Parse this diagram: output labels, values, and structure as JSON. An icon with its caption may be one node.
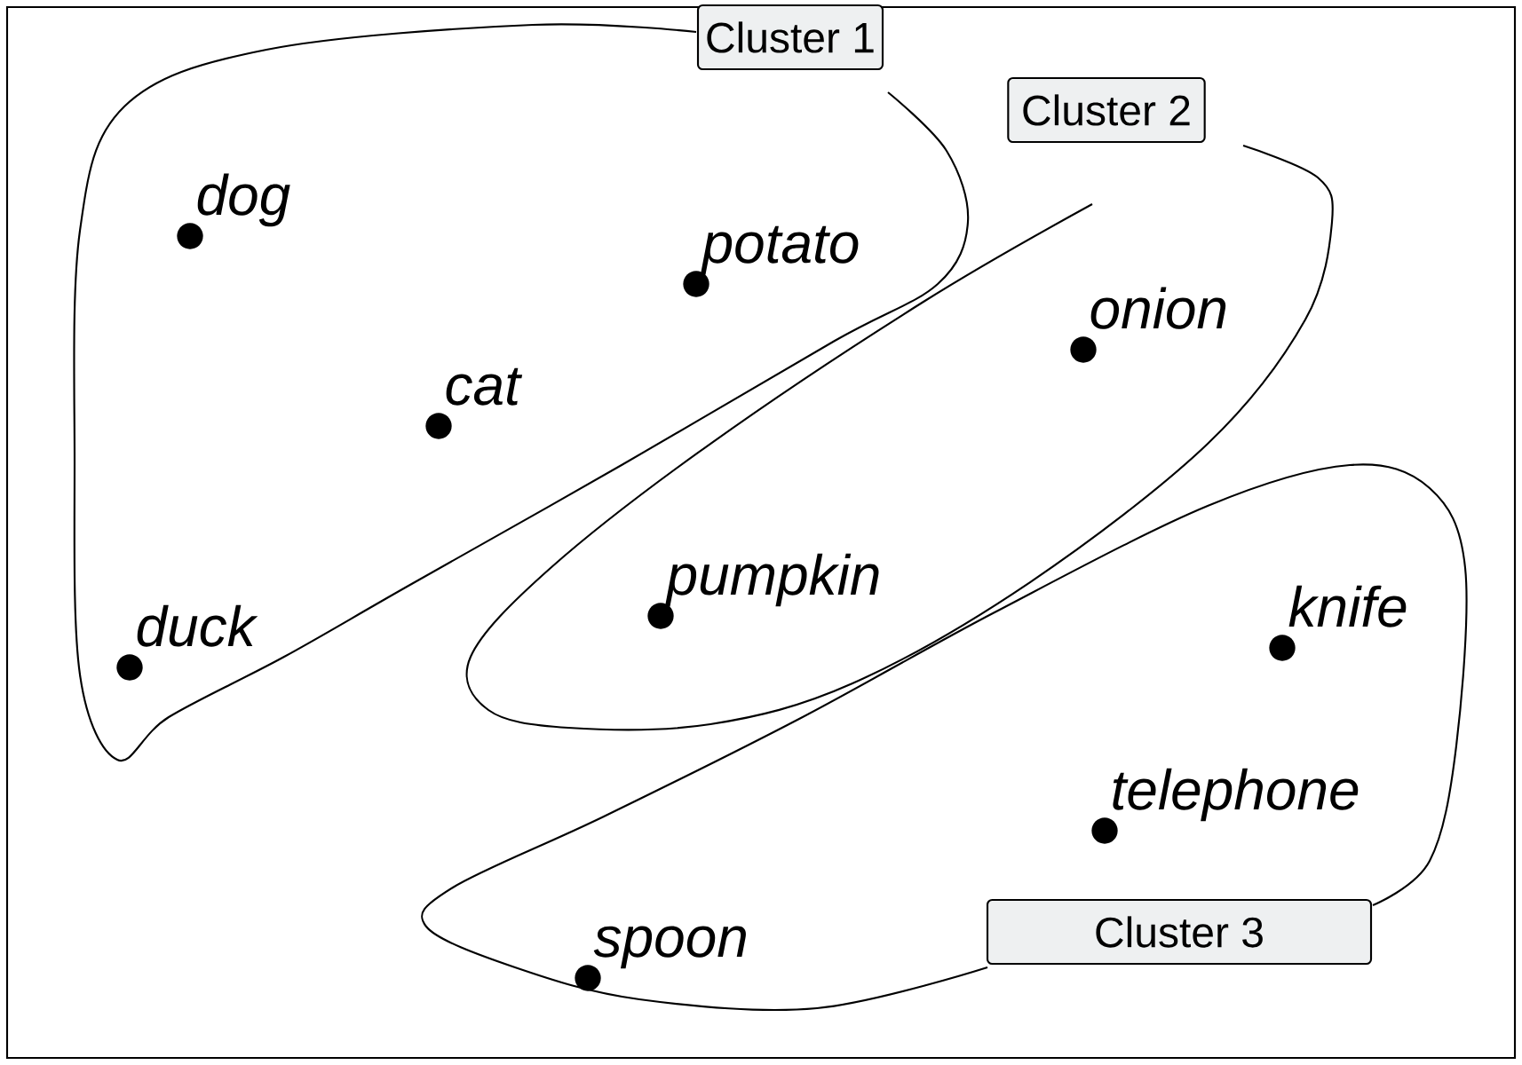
{
  "diagram": {
    "nodes": [
      {
        "text": [
          "Cluster 1"
        ]
      },
      {
        "text": [
          "Cluster 2"
        ]
      },
      {
        "text": [
          "Cluster 3"
        ]
      }
    ],
    "labels": [
      "dog",
      "potato",
      "cat",
      "onion",
      "pumpkin",
      "duck",
      "knife",
      "telephone",
      "spoon"
    ]
  }
}
